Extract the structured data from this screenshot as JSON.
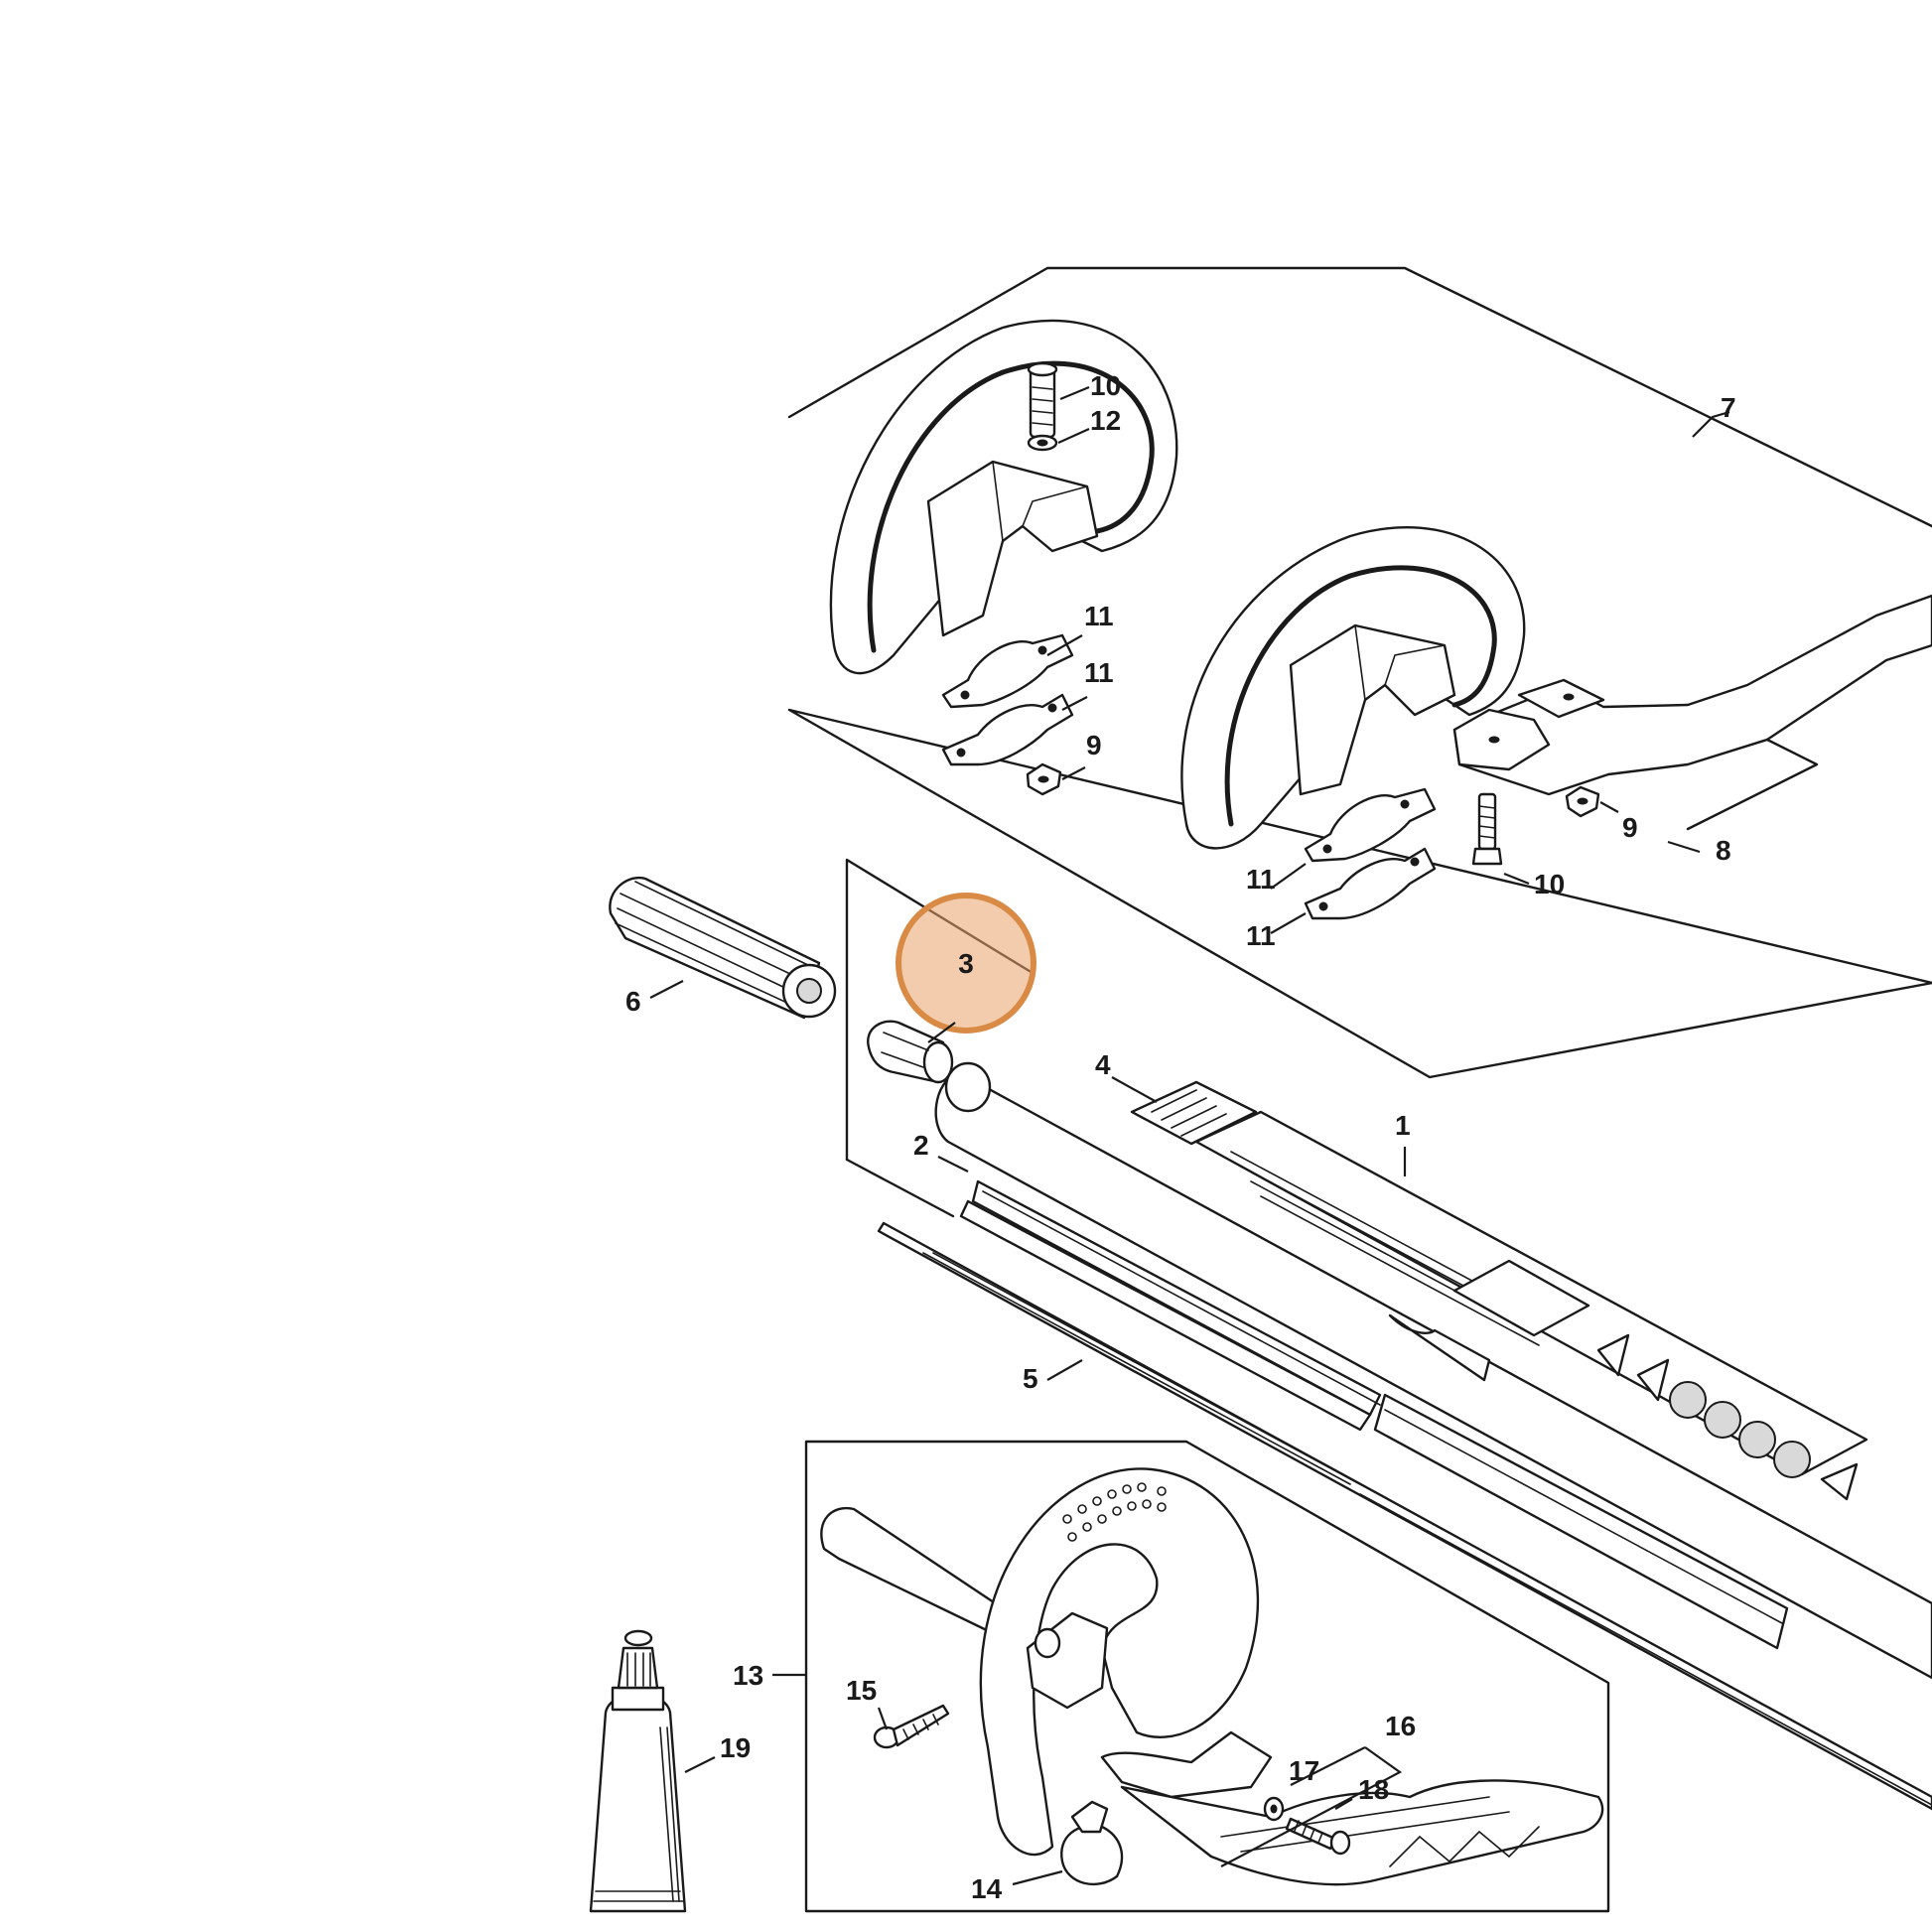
{
  "highlight": {
    "label": "3",
    "fill_color": "#e8a36a",
    "ring_color": "#d98a45"
  },
  "callouts": {
    "c1": "1",
    "c2": "2",
    "c3": "3",
    "c4": "4",
    "c5": "5",
    "c6": "6",
    "c7": "7",
    "c8": "8",
    "c9a": "9",
    "c9b": "9",
    "c10a": "10",
    "c10b": "10",
    "c11a": "11",
    "c11b": "11",
    "c11c": "11",
    "c11d": "11",
    "c12": "12",
    "c13": "13",
    "c14": "14",
    "c15": "15",
    "c16": "16",
    "c17": "17",
    "c18": "18",
    "c19": "19"
  }
}
